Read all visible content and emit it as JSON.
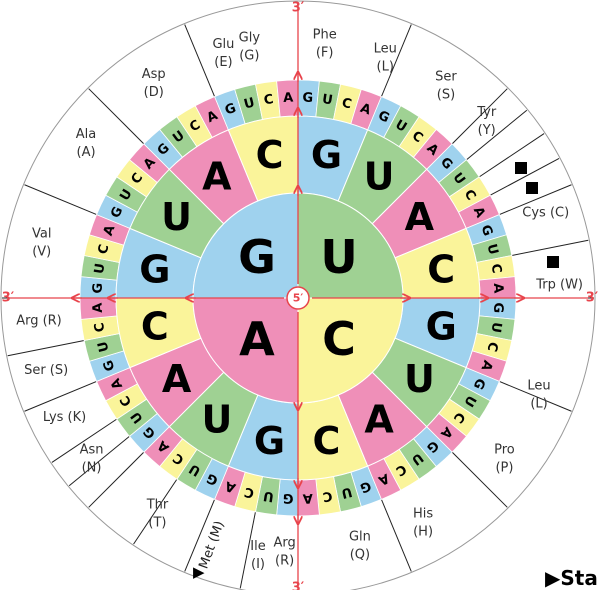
{
  "colors": {
    "A": "#ef8fb8",
    "G": "#9fd2ee",
    "U": "#9fd193",
    "C": "#faf49a"
  },
  "strand_labels": {
    "three_prime": "3′",
    "five_prime": "5′"
  },
  "first_ring": [
    "G",
    "U",
    "C",
    "A"
  ],
  "second_ring": [
    "G",
    "U",
    "A",
    "C",
    "G",
    "U",
    "A",
    "C",
    "G",
    "U",
    "A",
    "C",
    "G",
    "U",
    "A",
    "C"
  ],
  "third_ring": [
    "G",
    "U",
    "C",
    "A"
  ],
  "amino_acids": [
    {
      "name": "Gly",
      "code": "(G)"
    },
    {
      "name": "Phe",
      "code": "(F)"
    },
    {
      "name": "Leu",
      "code": "(L)"
    },
    {
      "name": "Ser",
      "code": "(S)"
    },
    {
      "name": "Tyr",
      "code": "(Y)"
    },
    {
      "name": "Cys (C)",
      "code": ""
    },
    {
      "name": "Trp (W)",
      "code": ""
    },
    {
      "name": "Leu",
      "code": "(L)"
    },
    {
      "name": "Pro",
      "code": "(P)"
    },
    {
      "name": "His",
      "code": "(H)"
    },
    {
      "name": "Gln",
      "code": "(Q)"
    },
    {
      "name": "Arg",
      "code": "(R)"
    },
    {
      "name": "Ile",
      "code": "(I)"
    },
    {
      "name": "Met (M)",
      "code": ""
    },
    {
      "name": "Thr",
      "code": "(T)"
    },
    {
      "name": "Asn",
      "code": "(N)"
    },
    {
      "name": "Lys (K)",
      "code": ""
    },
    {
      "name": "Ser (S)",
      "code": ""
    },
    {
      "name": "Arg (R)",
      "code": ""
    },
    {
      "name": "Val",
      "code": "(V)"
    },
    {
      "name": "Ala",
      "code": "(A)"
    },
    {
      "name": "Asp",
      "code": "(D)"
    },
    {
      "name": "Glu",
      "code": "(E)"
    }
  ],
  "stop_marker": "■",
  "start_marker": "▶",
  "start_text": "Sta"
}
